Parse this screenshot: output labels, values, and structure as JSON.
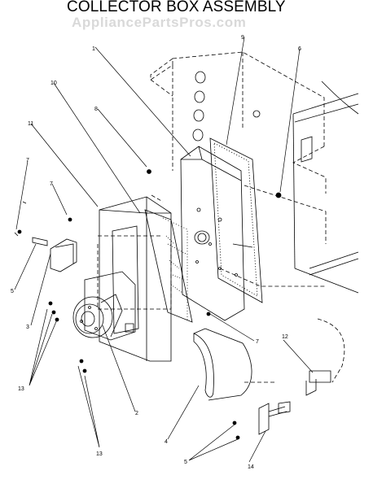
{
  "diagram": {
    "title": "COLLECTOR BOX ASSEMBLY",
    "watermark": "AppliancePartsPros.com",
    "callouts": {
      "c1": "1",
      "c2": "2",
      "c3": "3",
      "c4": "4",
      "c5a": "5",
      "c5b": "5",
      "c6": "6",
      "c7a": "7",
      "c7b": "7",
      "c7c": "7",
      "c8": "8",
      "c9": "9",
      "c10": "10",
      "c11": "11",
      "c12": "12",
      "c13a": "13",
      "c13b": "13",
      "c14": "14"
    },
    "colors": {
      "ink": "#000000",
      "watermark": "#d9d9d9",
      "background": "#ffffff"
    }
  }
}
